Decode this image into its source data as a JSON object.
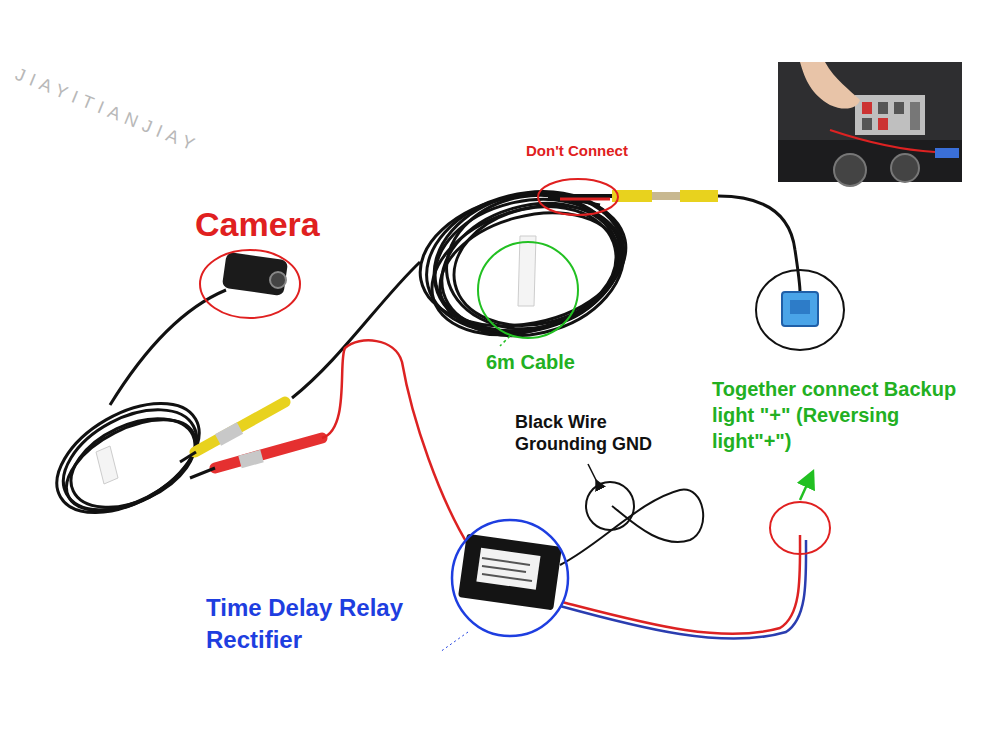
{
  "diagram": {
    "labels": [
      "Camera",
      "Don't Connect",
      "6m Cable",
      "Together connect Backup light \"+\" (Reversing light\"+\")",
      "Black Wire Grounding GND",
      "Time Delay Relay Rectifier",
      "JIAYITIANJIAY"
    ]
  }
}
